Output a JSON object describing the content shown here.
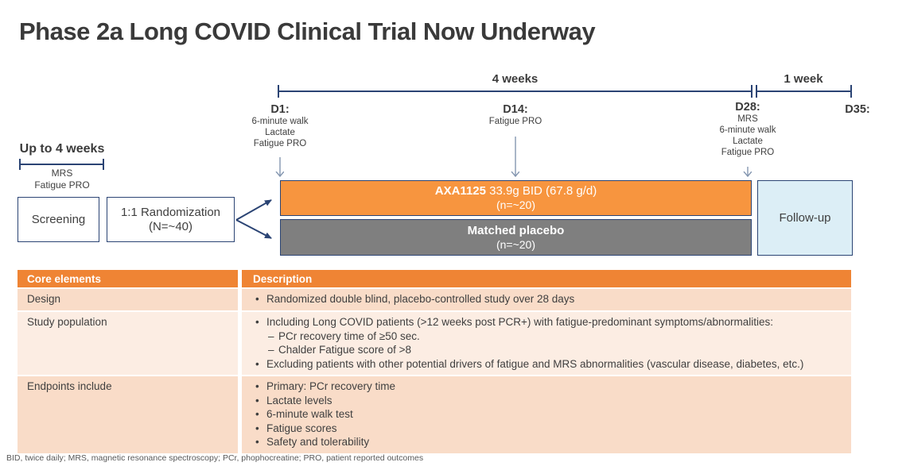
{
  "title": "Phase 2a Long COVID Clinical Trial Now Underway",
  "colors": {
    "accent_orange_bar": "#f7953f",
    "accent_orange_header": "#ef8434",
    "placebo_gray": "#7f7f7f",
    "navy_line": "#2b4474",
    "light_arrow": "#8496b0",
    "followup_blue": "#dceef6",
    "row_peach_dark": "#f9dcc8",
    "row_peach_light": "#fcede3"
  },
  "timeline": {
    "span4_label": "4 weeks",
    "span1_label": "1 week",
    "pre_span_label": "Up to 4 weeks",
    "pre_items": [
      "MRS",
      "Fatigue PRO"
    ],
    "days": [
      {
        "label": "D1:",
        "items": [
          "6-minute walk",
          "Lactate",
          "Fatigue PRO"
        ]
      },
      {
        "label": "D14:",
        "items": [
          "Fatigue PRO"
        ]
      },
      {
        "label": "D28:",
        "items": [
          "MRS",
          "6-minute walk",
          "Lactate",
          "Fatigue PRO"
        ]
      },
      {
        "label": "D35:",
        "items": []
      }
    ]
  },
  "flow": {
    "screening_label": "Screening",
    "randomization_line1": "1:1 Randomization",
    "randomization_line2": "(N=~40)",
    "arm_treatment": {
      "brand": "AXA1125",
      "dose": " 33.9g BID (67.8 g/d)",
      "n": "(n=~20)"
    },
    "arm_placebo": {
      "label": "Matched placebo",
      "n": "(n=~20)"
    },
    "followup_label": "Follow-up"
  },
  "table": {
    "headers": [
      "Core elements",
      "Description"
    ],
    "rows": [
      {
        "element": "Design",
        "bullets": [
          "Randomized double blind, placebo-controlled study over 28 days"
        ],
        "subs": []
      },
      {
        "element": "Study population",
        "bullets": [
          "Including Long COVID patients (>12 weeks post PCR+) with fatigue-predominant symptoms/abnormalities:",
          "Excluding patients with other potential drivers of fatigue and MRS abnormalities (vascular disease, diabetes, etc.)"
        ],
        "subs": [
          "PCr recovery time of ≥50 sec.",
          "Chalder Fatigue score of >8"
        ]
      },
      {
        "element": "Endpoints include",
        "bullets": [
          "Primary: PCr recovery time",
          "Lactate levels",
          "6-minute walk test",
          "Fatigue scores",
          "Safety and tolerability"
        ],
        "subs": []
      }
    ]
  },
  "footnote": "BID, twice daily; MRS, magnetic resonance spectroscopy; PCr, phophocreatine; PRO, patient reported outcomes"
}
